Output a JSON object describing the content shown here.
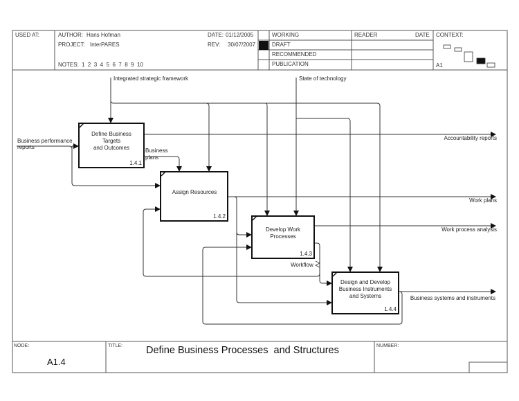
{
  "header": {
    "used_at_label": "USED AT:",
    "author_label": "AUTHOR:",
    "author": "Hans Hofman",
    "project_label": "PROJECT:",
    "project": "InterPARES",
    "notes_label": "NOTES:",
    "notes": "1  2  3  4  5  6  7  8  9  10",
    "date_label": "DATE:",
    "date": "01/12/2005",
    "rev_label": "REV:",
    "rev": "30/07/2007",
    "status_rows": [
      {
        "label": "WORKING",
        "selected": false
      },
      {
        "label": "DRAFT",
        "selected": true
      },
      {
        "label": "RECOMMENDED",
        "selected": false
      },
      {
        "label": "PUBLICATION",
        "selected": false
      }
    ],
    "reader_label": "READER",
    "reader_date_label": "DATE",
    "context_label": "CONTEXT:",
    "context_node": "A1"
  },
  "diagram": {
    "boxes": [
      {
        "id": "1.4.1",
        "lines": [
          "Define Business",
          "Targets",
          "and Outcomes"
        ],
        "number": "1.4.1"
      },
      {
        "id": "1.4.2",
        "lines": [
          "Assign Resources"
        ],
        "number": "1.4.2"
      },
      {
        "id": "1.4.3",
        "lines": [
          "Develop Work",
          "Processes"
        ],
        "number": "1.4.3"
      },
      {
        "id": "1.4.4",
        "lines": [
          "Design and Develop",
          "Business Instruments",
          "and Systems"
        ],
        "number": "1.4.4"
      }
    ],
    "arrow_labels": {
      "control_framework": "Integrated strategic framework",
      "control_technology": "State of technology",
      "input_reports_1": "Business performance",
      "input_reports_2": "reports",
      "business_plans_1": "Business",
      "business_plans_2": "plans",
      "out_accountability": "Accountability reports",
      "out_work_plans": "Work plans",
      "out_work_process": "Work process analysis",
      "workflow": "Workflow",
      "out_systems": "Business systems and instruments"
    }
  },
  "footer": {
    "node_label": "NODE:",
    "node": "A1.4",
    "title_label": "TITLE:",
    "title": "Define Business Processes  and Structures",
    "number_label": "NUMBER:"
  }
}
